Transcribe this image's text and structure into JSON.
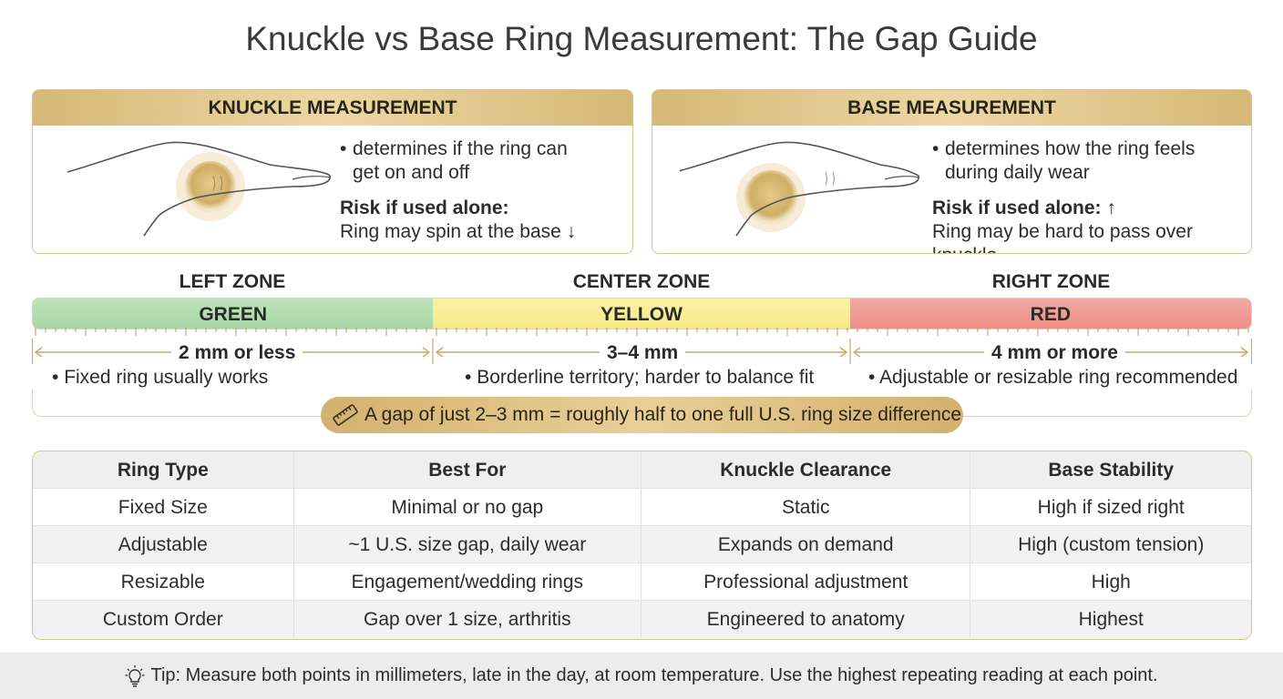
{
  "title": "Knuckle vs Base Ring Measurement: The Gap Guide",
  "cards": {
    "knuckle": {
      "heading": "KNUCKLE MEASUREMENT",
      "bullet": "determines if the ring can get on and off",
      "risk_title": "Risk if used alone:",
      "risk_text": "Ring may spin at the base ↓"
    },
    "base": {
      "heading": "BASE MEASUREMENT",
      "bullet": "determines how the ring feels during daily wear",
      "risk_title": "Risk if used alone: ↑",
      "risk_text": "Ring may be hard to pass over knuckle"
    }
  },
  "zones": [
    {
      "title": "LEFT ZONE",
      "color_label": "GREEN",
      "range": "2 mm or less",
      "note": "Fixed ring usually works",
      "color": "#a9d7a5"
    },
    {
      "title": "CENTER ZONE",
      "color_label": "YELLOW",
      "range": "3–4 mm",
      "note": "Borderline territory; harder to balance fit",
      "color": "#f6ea8a"
    },
    {
      "title": "RIGHT ZONE",
      "color_label": "RED",
      "range": "4 mm or more",
      "note": "Adjustable or resizable ring recommended",
      "color": "#ec8f88"
    }
  ],
  "callout": "A gap of just 2–3 mm = roughly half to one full U.S. ring size difference",
  "table": {
    "headers": [
      "Ring Type",
      "Best For",
      "Knuckle Clearance",
      "Base Stability"
    ],
    "rows": [
      [
        "Fixed Size",
        "Minimal or no gap",
        "Static",
        "High if sized right"
      ],
      [
        "Adjustable",
        "~1 U.S. size gap, daily wear",
        "Expands on demand",
        "High (custom tension)"
      ],
      [
        "Resizable",
        "Engagement/wedding rings",
        "Professional adjustment",
        "High"
      ],
      [
        "Custom Order",
        "Gap over 1 size, arthritis",
        "Engineered to anatomy",
        "Highest"
      ]
    ]
  },
  "tip": "Tip: Measure both points in millimeters, late in the day, at room temperature. Use the highest repeating reading at each point.",
  "accent": "#d6b877"
}
